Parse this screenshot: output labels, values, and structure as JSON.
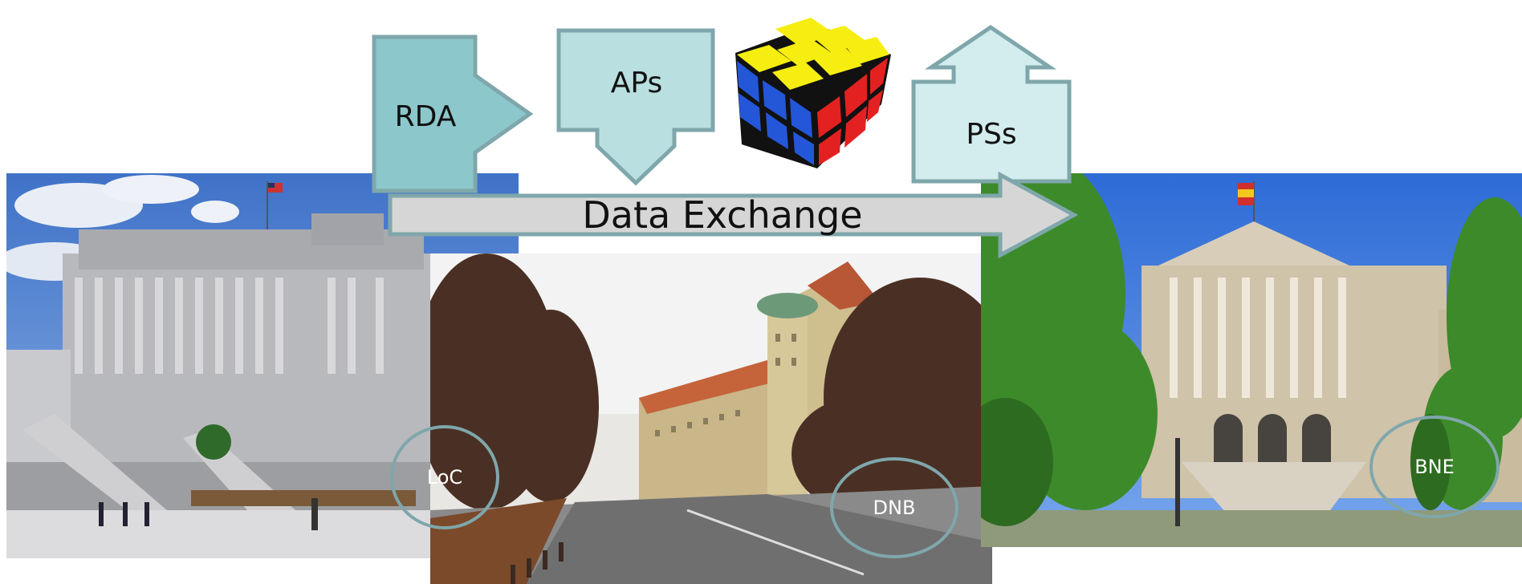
{
  "diagram": {
    "title": "Data Exchange",
    "callouts": {
      "rda": "RDA",
      "aps": "APs",
      "pss": "PSs"
    },
    "photos": {
      "loc": {
        "label": "LoC"
      },
      "dnb": {
        "label": "DNB"
      },
      "bne": {
        "label": "BNE"
      }
    },
    "icons": [
      "rubiks-cube-icon",
      "flag-icon"
    ],
    "colors": {
      "rda_fill": "#8cc7cb",
      "callout_fill": "#b9dfe1",
      "pss_fill": "#d3ecee",
      "callout_border": "#7fa7ab",
      "arrow_fill": "#d6d6d6",
      "circle": "#7fa7ab"
    }
  }
}
